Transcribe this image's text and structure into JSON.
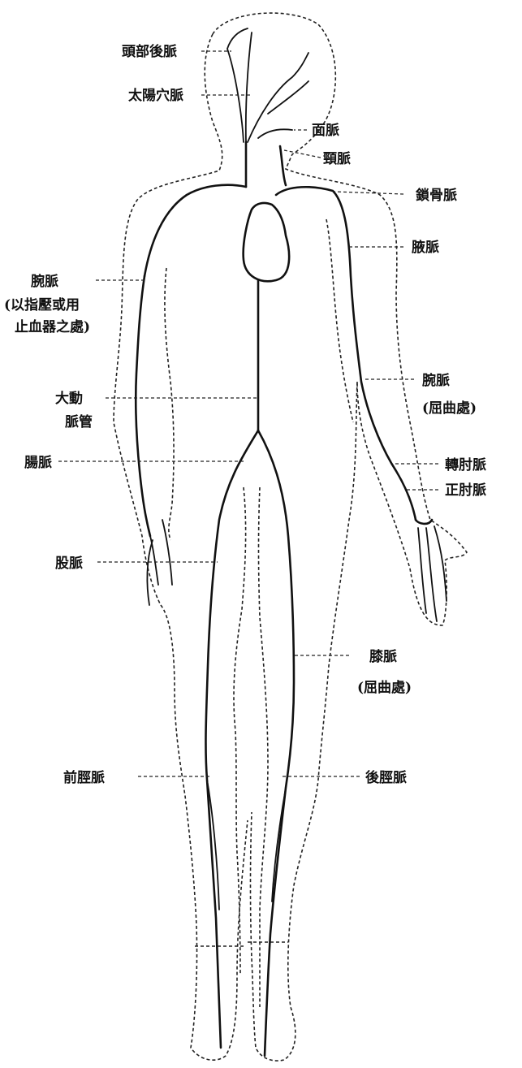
{
  "labels": {
    "occipital": "頭部後脈",
    "temporal": "太陽穴脈",
    "facial": "面脈",
    "carotid": "頸脈",
    "subclavian": "鎖骨脈",
    "axillary": "腋脈",
    "brachial_line1": "腕脈",
    "brachial_line2": "(以指壓或用",
    "brachial_line3": "止血器之處)",
    "aorta_line1": "大動",
    "aorta_line2": "脈管",
    "brachial_bend_line1": "腕脈",
    "brachial_bend_line2": "(屈曲處)",
    "iliac": "腸脈",
    "radial": "轉肘脈",
    "ulnar": "正肘脈",
    "femoral": "股脈",
    "popliteal_line1": "膝脈",
    "popliteal_line2": "(屈曲處)",
    "anterior_tibial": "前脛脈",
    "posterior_tibial": "後脛脈"
  }
}
